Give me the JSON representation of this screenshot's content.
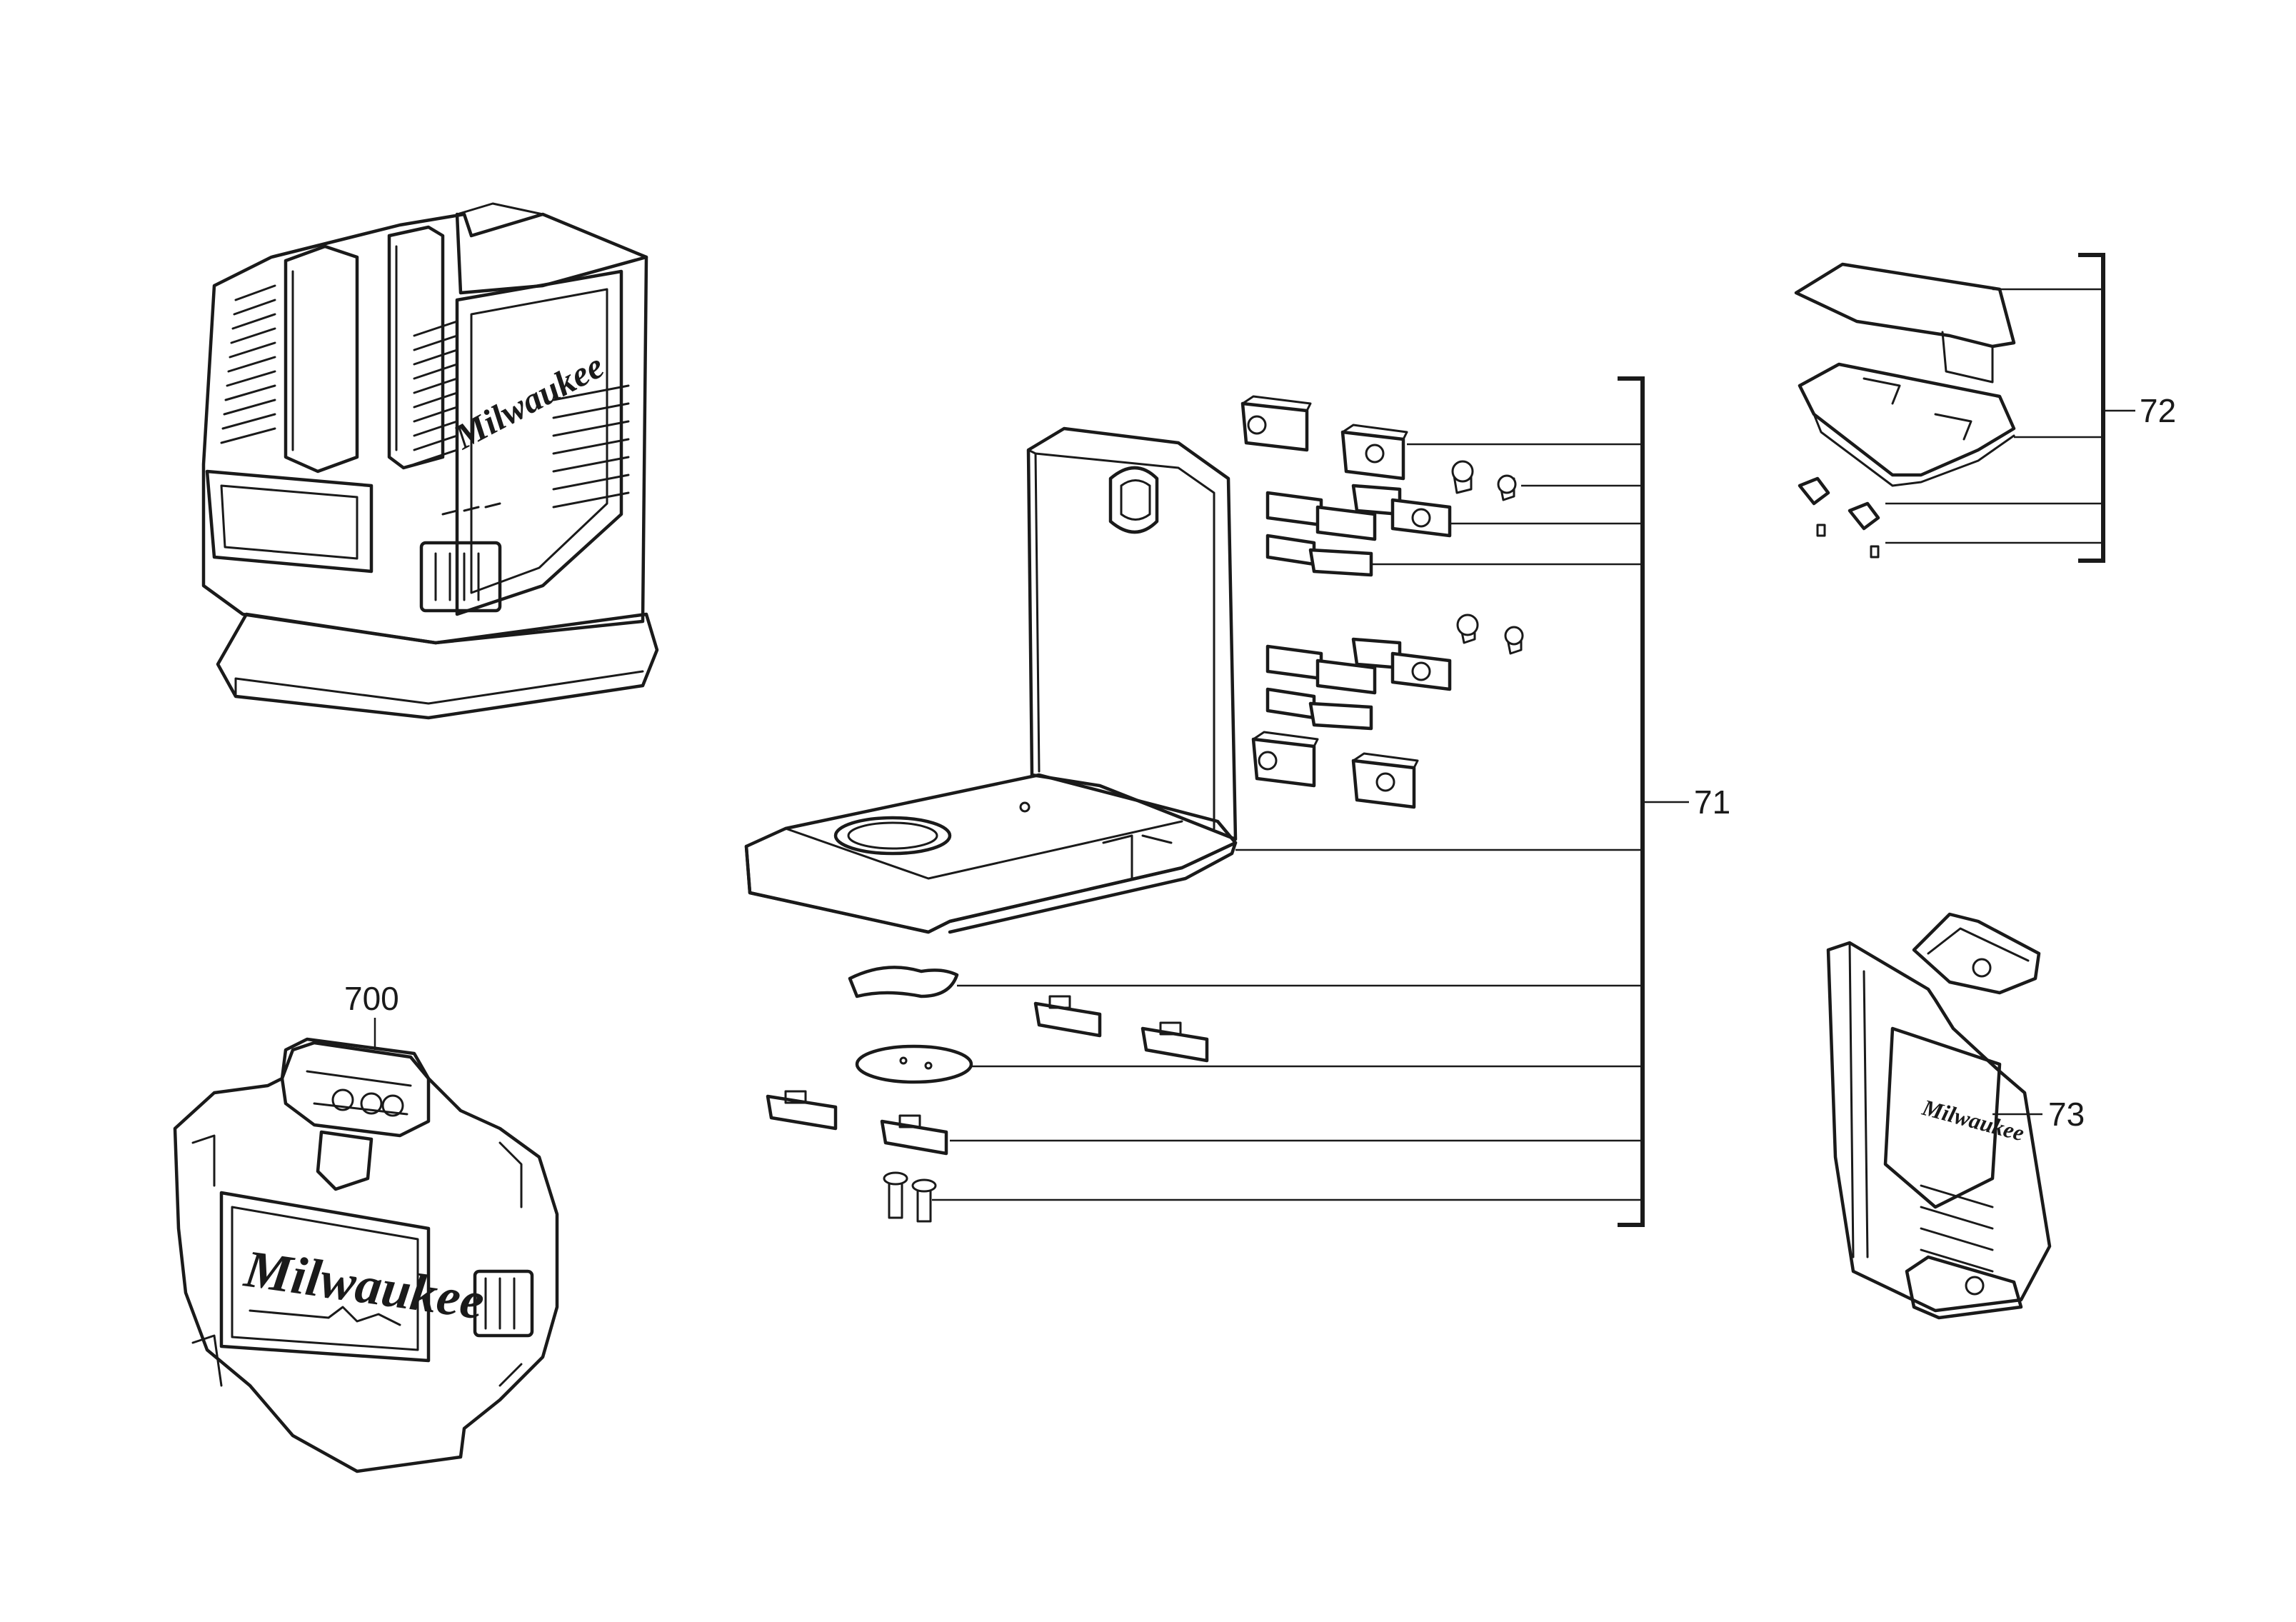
{
  "diagram": {
    "labels": {
      "holder_bracket": "71",
      "target_plate": "72",
      "clip_holder": "73",
      "carry_case": "700"
    },
    "brand_text": "Milwaukee",
    "line_color": "#1a1a1a",
    "background": "#ffffff"
  }
}
